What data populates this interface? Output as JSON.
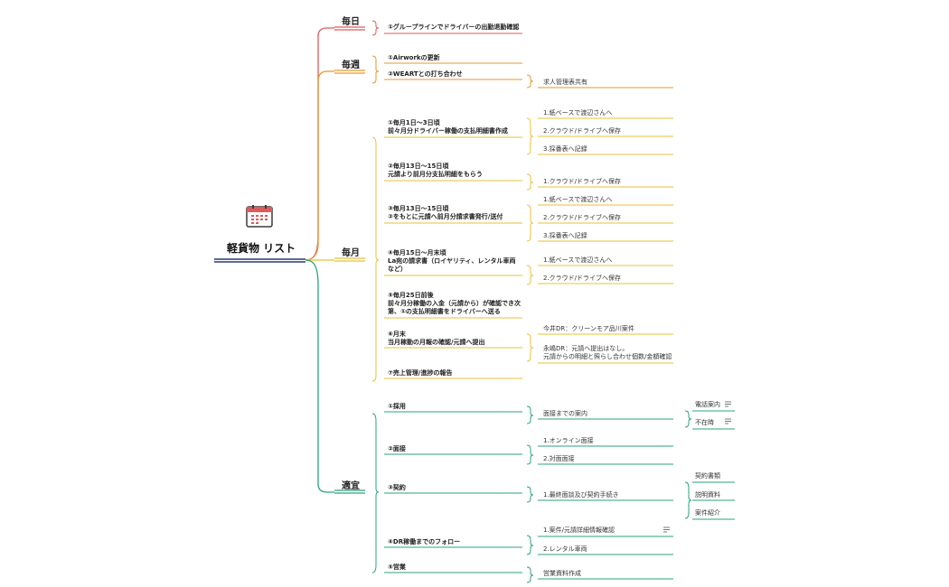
{
  "root": {
    "title": "軽貨物 リスト",
    "icon": "calendar-icon"
  },
  "colors": {
    "red": "#e05a5a",
    "orange": "#e8962e",
    "yellow": "#e8c23a",
    "green": "#2ba37a",
    "navy": "#2c3a6b"
  },
  "branches": {
    "daily": {
      "label": "毎日",
      "items": [
        "①グループラインでドライバーの出勤退勤確認"
      ]
    },
    "weekly": {
      "label": "毎週",
      "items": [
        "①Airworkの更新",
        "②WEARTとの打ち合わせ"
      ],
      "sub": [
        "求人管理表共有"
      ]
    },
    "monthly": {
      "label": "毎月",
      "i1": [
        "①毎月1日～3日頃",
        "前々月分ドライバー稼働の支払明細書作成"
      ],
      "i1_sub": [
        "1.紙ベースで渡辺さんへ",
        "2.クラウド/ドライブへ保存",
        "3.採番表へ記録"
      ],
      "i2": [
        "②毎月13日～15日頃",
        "元請より前月分支払明細をもらう"
      ],
      "i2_sub": [
        "1.クラウド/ドライブへ保存"
      ],
      "i3": [
        "③毎月13日～15日頃",
        "②をもとに元請へ前月分請求書発行/送付"
      ],
      "i3_sub": [
        "1.紙ベースで渡辺さんへ",
        "2.クラウド/ドライブへ保存",
        "3.採番表へ記録"
      ],
      "i4": [
        "④毎月15日～月末頃",
        "La宛の請求書（ロイヤリティ、レンタル車両",
        "など）"
      ],
      "i4_sub": [
        "1.紙ベースで渡辺さんへ",
        "2.クラウド/ドライブへ保存"
      ],
      "i5": [
        "⑤毎月25日前後",
        "前々月分稼働の入金（元請から）が確認でき次",
        "第、①の支払明細書をドライバーへ送る"
      ],
      "i6": [
        "⑥月末",
        "当月稼動の月報の確認/元請へ提出"
      ],
      "i6_sub": [
        "今井DR：クリーンモア品川案件",
        "永嶋DR：元請へ提出はなし。",
        "元請からの明細と照らし合わせ個数/金額確認"
      ],
      "i7": "⑦売上管理/進捗の報告"
    },
    "asneeded": {
      "label": "適宜",
      "items": [
        "①採用",
        "②面接",
        "③契約",
        "④DR稼働までのフォロー",
        "⑤営業"
      ],
      "recruit_sub": "面接までの案内",
      "recruit_sub2": [
        "電話案内",
        "不在時"
      ],
      "interview_sub": [
        "1.オンライン面接",
        "2.対面面接"
      ],
      "contract_sub": "1.最終面談及び契約手続き",
      "contract_sub2": [
        "契約書類",
        "説明資料",
        "案件紹介"
      ],
      "follow_sub": [
        "1.案件/元請詳細情報確認",
        "2.レンタル車両"
      ],
      "sales_sub": "営業資料作成"
    }
  }
}
